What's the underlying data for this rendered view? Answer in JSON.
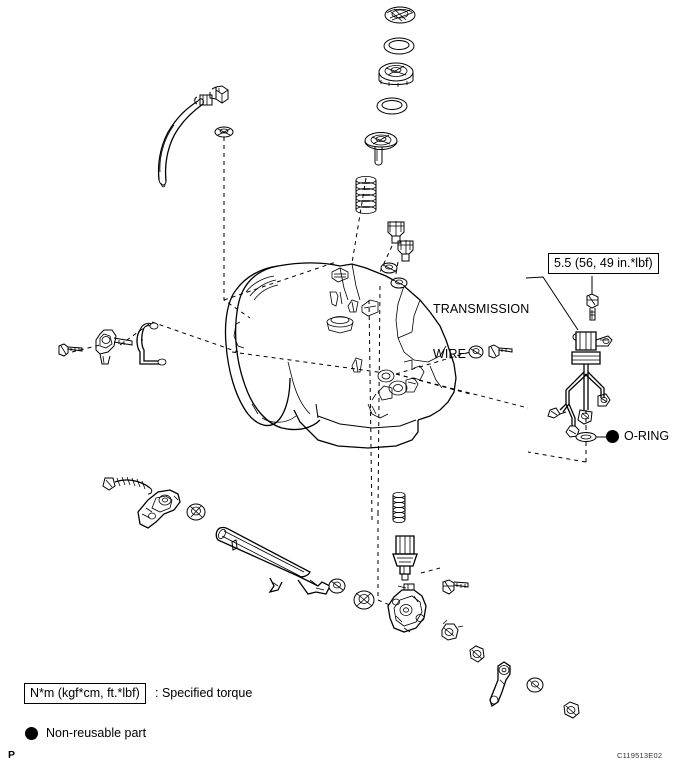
{
  "document": {
    "type": "exploded-parts-diagram",
    "subject": "Automatic transmission case components",
    "figure_id": "C119513E02",
    "page_mark": "P",
    "background_color": "#ffffff",
    "line_color": "#000000"
  },
  "callouts": {
    "transmission_wire": {
      "label": "TRANSMISSION\nWIRE",
      "line1": "TRANSMISSION",
      "line2": "WIRE"
    },
    "torque": {
      "value": "5.5 (56, 49 in.*lbf)",
      "newton_metre": "5.5",
      "kgf_cm": "56",
      "in_lbf": "49 in.*lbf"
    },
    "o_ring": {
      "label": "O-RING",
      "marker": "non-reusable-dot",
      "marker_color": "#000000"
    }
  },
  "legend": {
    "torque_box": "N*m (kgf*cm, ft.*lbf)",
    "torque_meaning": ": Specified torque",
    "nonreusable_label": "Non-reusable part",
    "nonreusable_marker": "filled-circle"
  },
  "parts": {
    "top_column": [
      {
        "name": "oil-strainer-cap",
        "kind": "cap"
      },
      {
        "name": "o-ring-upper",
        "kind": "o-ring"
      },
      {
        "name": "valve-body-plug",
        "kind": "plug"
      },
      {
        "name": "o-ring-lower",
        "kind": "o-ring"
      },
      {
        "name": "check-ball-plug",
        "kind": "plug"
      },
      {
        "name": "compression-spring",
        "kind": "spring"
      },
      {
        "name": "connector-pin-a",
        "kind": "connector"
      },
      {
        "name": "connector-pin-b",
        "kind": "connector"
      },
      {
        "name": "washer-small",
        "kind": "washer"
      }
    ],
    "upper_left": [
      {
        "name": "breather-hose",
        "kind": "hose"
      },
      {
        "name": "hose-clamp",
        "kind": "clamp"
      },
      {
        "name": "breather-fitting",
        "kind": "fitting"
      },
      {
        "name": "grommet",
        "kind": "grommet"
      }
    ],
    "left_mid": [
      {
        "name": "bolt-left",
        "kind": "bolt"
      },
      {
        "name": "wire-bracket",
        "kind": "bracket"
      },
      {
        "name": "oil-cooler-tube",
        "kind": "tube"
      }
    ],
    "lower_left": [
      {
        "name": "parking-lock-spring",
        "kind": "spring"
      },
      {
        "name": "parking-lock-pawl",
        "kind": "pawl"
      },
      {
        "name": "pawl-pin",
        "kind": "pin"
      },
      {
        "name": "manual-valve-shaft",
        "kind": "shaft"
      },
      {
        "name": "shaft-detent-plate",
        "kind": "plate"
      }
    ],
    "center_lower": [
      {
        "name": "speed-sensor-spring",
        "kind": "spring"
      },
      {
        "name": "speed-sensor",
        "kind": "sensor"
      },
      {
        "name": "manual-valve-lever-body",
        "kind": "lever-body"
      },
      {
        "name": "bolt-center",
        "kind": "bolt"
      },
      {
        "name": "bushing",
        "kind": "bushing"
      },
      {
        "name": "washer-center",
        "kind": "washer"
      }
    ],
    "lower_right_chain": [
      {
        "name": "lock-washer",
        "kind": "washer"
      },
      {
        "name": "nut-a",
        "kind": "nut"
      },
      {
        "name": "control-lever",
        "kind": "lever"
      },
      {
        "name": "washer-b",
        "kind": "washer"
      },
      {
        "name": "nut-b",
        "kind": "nut"
      }
    ],
    "right_assembly": [
      {
        "name": "wire-mount-bolt",
        "kind": "bolt"
      },
      {
        "name": "transmission-wire-connector",
        "kind": "connector"
      },
      {
        "name": "transmission-wire-harness",
        "kind": "harness"
      },
      {
        "name": "o-ring-transmission-wire",
        "kind": "o-ring"
      }
    ],
    "right_mid": [
      {
        "name": "bolt-right-a",
        "kind": "bolt"
      },
      {
        "name": "washer-right-a",
        "kind": "washer"
      }
    ],
    "main_body": {
      "name": "transmission-case",
      "kind": "housing"
    }
  }
}
